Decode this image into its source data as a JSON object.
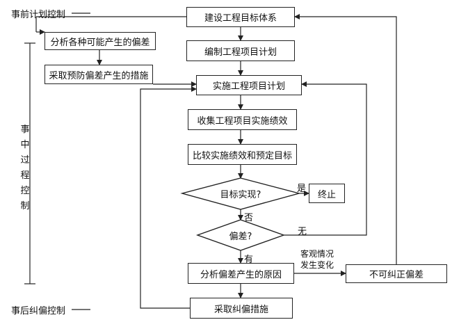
{
  "labels": {
    "pre_control": "事前计划控制",
    "during_control": "事中过程控制",
    "post_control": "事后纠偏控制"
  },
  "nodes": {
    "establish_target_system": "建设工程目标体系",
    "compile_plan": "编制工程项目计划",
    "analyze_deviations": "分析各种可能产生的偏差",
    "preventive_measures": "采取预防偏差产生的措施",
    "implement_plan": "实施工程项目计划",
    "collect_performance": "收集工程项目实施绩效",
    "compare_performance": "比较实施绩效和预定目标",
    "target_achieved": "目标实现?",
    "terminate": "终止",
    "deviation": "偏差?",
    "analyze_causes": "分析偏差产生的原因",
    "uncorrectable": "不可纠正偏差",
    "corrective_measures": "采取纠偏措施"
  },
  "edge_labels": {
    "yes": "是",
    "no": "否",
    "none": "无",
    "has": "有",
    "objective_change_line1": "客观情况",
    "objective_change_line2": "发生变化"
  }
}
